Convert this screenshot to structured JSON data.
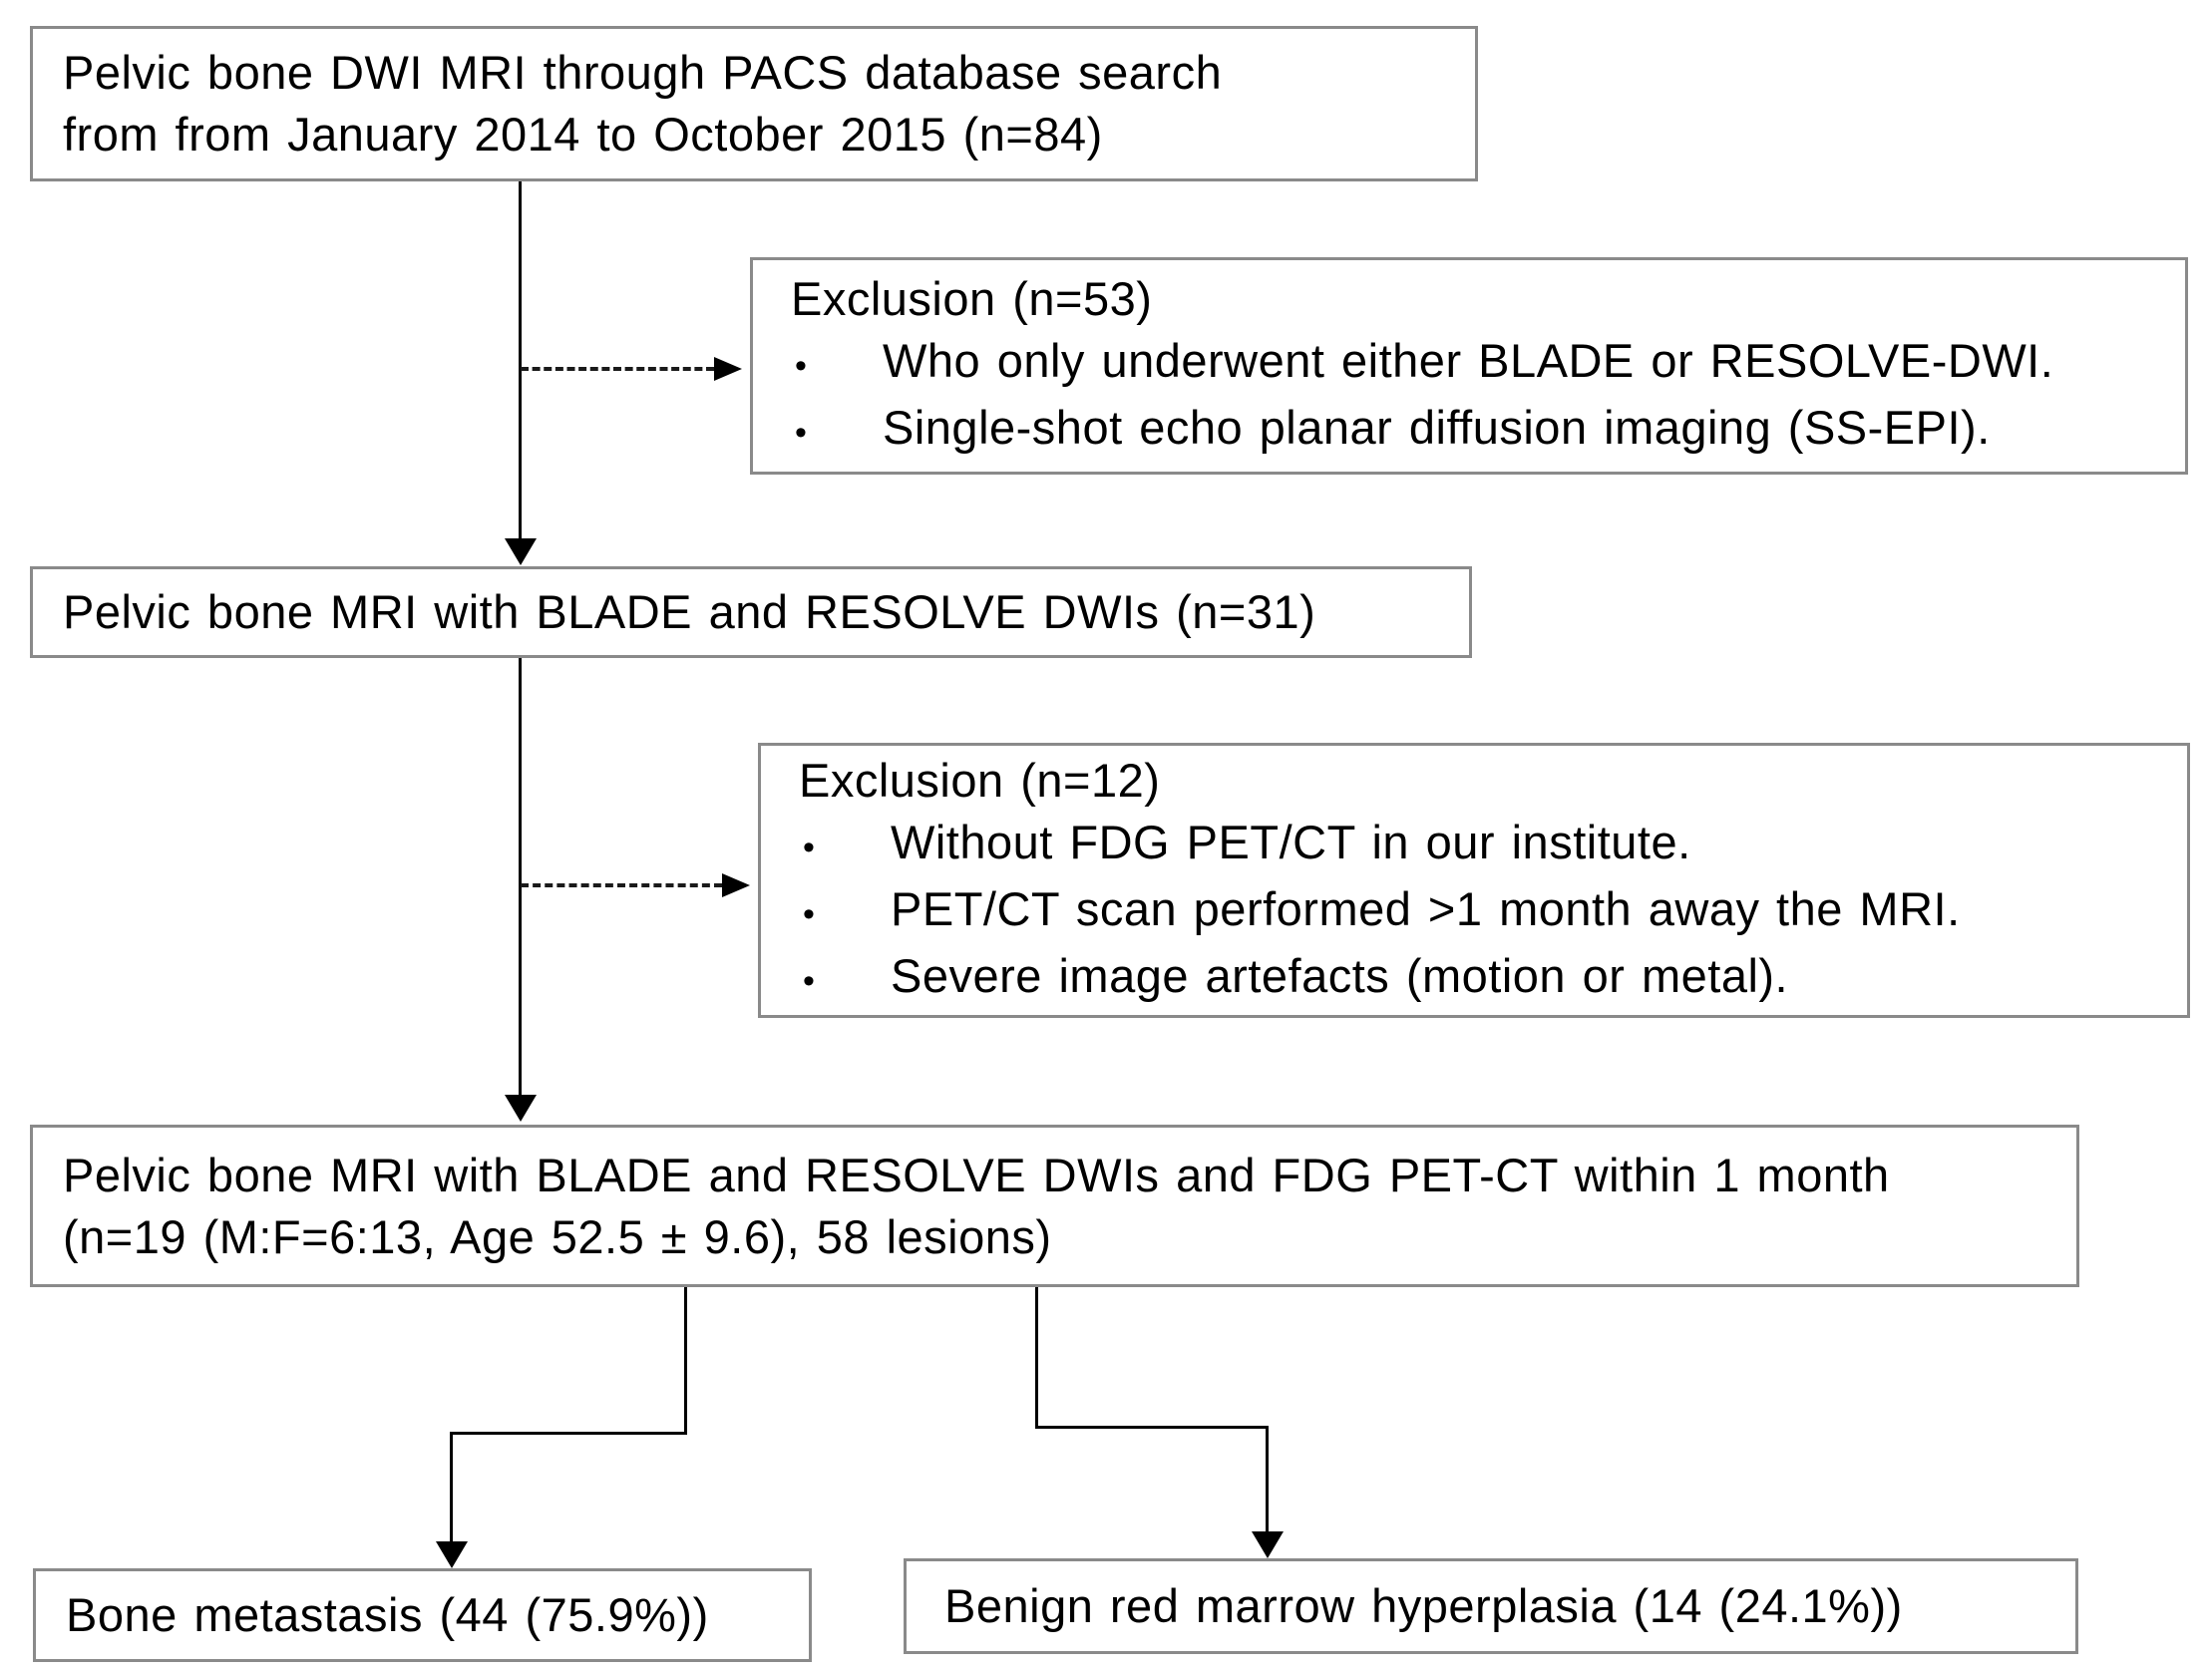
{
  "bullet_char": "•",
  "colors": {
    "background": "#ffffff",
    "box_border": "#8a8a8a",
    "text": "#000000",
    "connector": "#000000"
  },
  "boxes": {
    "pacs_search": {
      "line1": "Pelvic bone DWI MRI through PACS database search",
      "line2": "from from January 2014 to October 2015 (n=84)"
    },
    "exclusion1": {
      "title": "Exclusion (n=53)",
      "bullet1": "Who only underwent either BLADE or RESOLVE-DWI.",
      "bullet2": "Single-shot echo planar diffusion imaging (SS-EPI)."
    },
    "blade_resolve": {
      "line1": "Pelvic bone MRI with BLADE and RESOLVE DWIs (n=31)"
    },
    "exclusion2": {
      "title": "Exclusion (n=12)",
      "bullet1": "Without FDG PET/CT in our institute.",
      "bullet2": "PET/CT scan performed >1 month away the MRI.",
      "bullet3": "Severe image artefacts (motion or metal)."
    },
    "petct": {
      "line1": "Pelvic bone MRI with BLADE and RESOLVE DWIs and FDG PET-CT within 1 month",
      "line2": "(n=19 (M:F=6:13, Age 52.5 ± 9.6), 58 lesions)"
    },
    "bone_metastasis": {
      "line1": "Bone metastasis (44 (75.9%))"
    },
    "benign_hyperplasia": {
      "line1": "Benign red marrow hyperplasia (14 (24.1%))"
    }
  }
}
